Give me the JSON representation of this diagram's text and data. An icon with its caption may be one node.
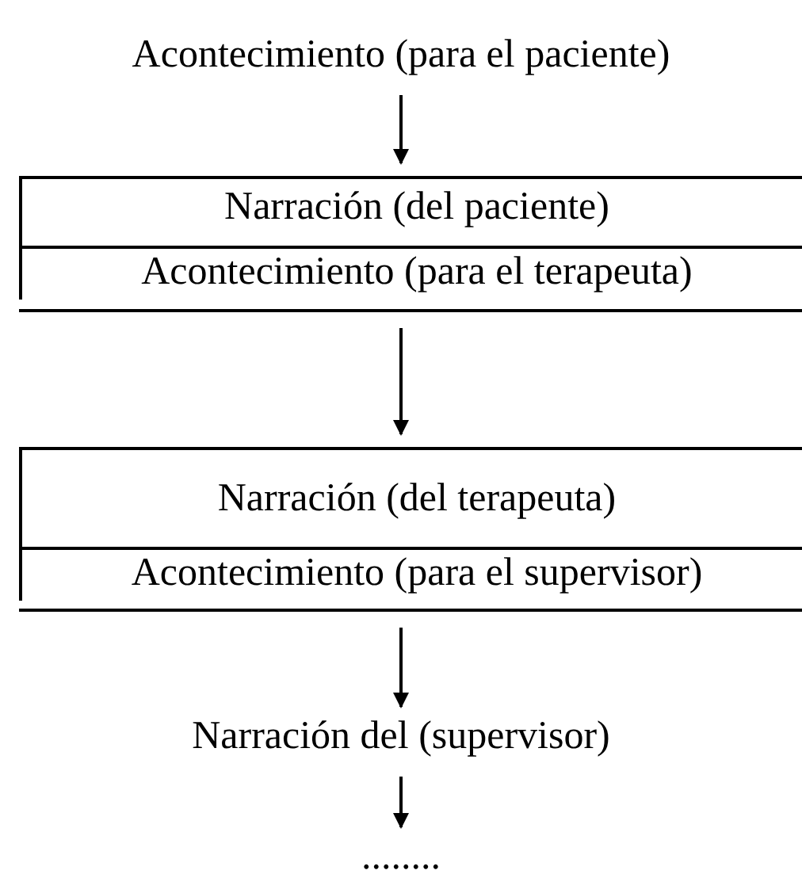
{
  "diagram": {
    "nodes": [
      {
        "text": [
          "Acontecimiento (para el paciente)"
        ]
      },
      {
        "text": [
          "Narración (del paciente)",
          "Acontecimiento (para el terapeuta)"
        ]
      },
      {
        "text": [
          "Narración (del terapeuta)",
          "Acontecimiento (para el supervisor)"
        ]
      },
      {
        "text": [
          "Narración del (supervisor)"
        ]
      },
      {
        "text": [
          "........"
        ]
      }
    ],
    "edges": [
      {
        "from": 0,
        "to": 1,
        "arrow": "to"
      },
      {
        "from": 1,
        "to": 2,
        "arrow": "to"
      },
      {
        "from": 2,
        "to": 3,
        "arrow": "to"
      },
      {
        "from": 3,
        "to": 4,
        "arrow": "to"
      }
    ]
  }
}
